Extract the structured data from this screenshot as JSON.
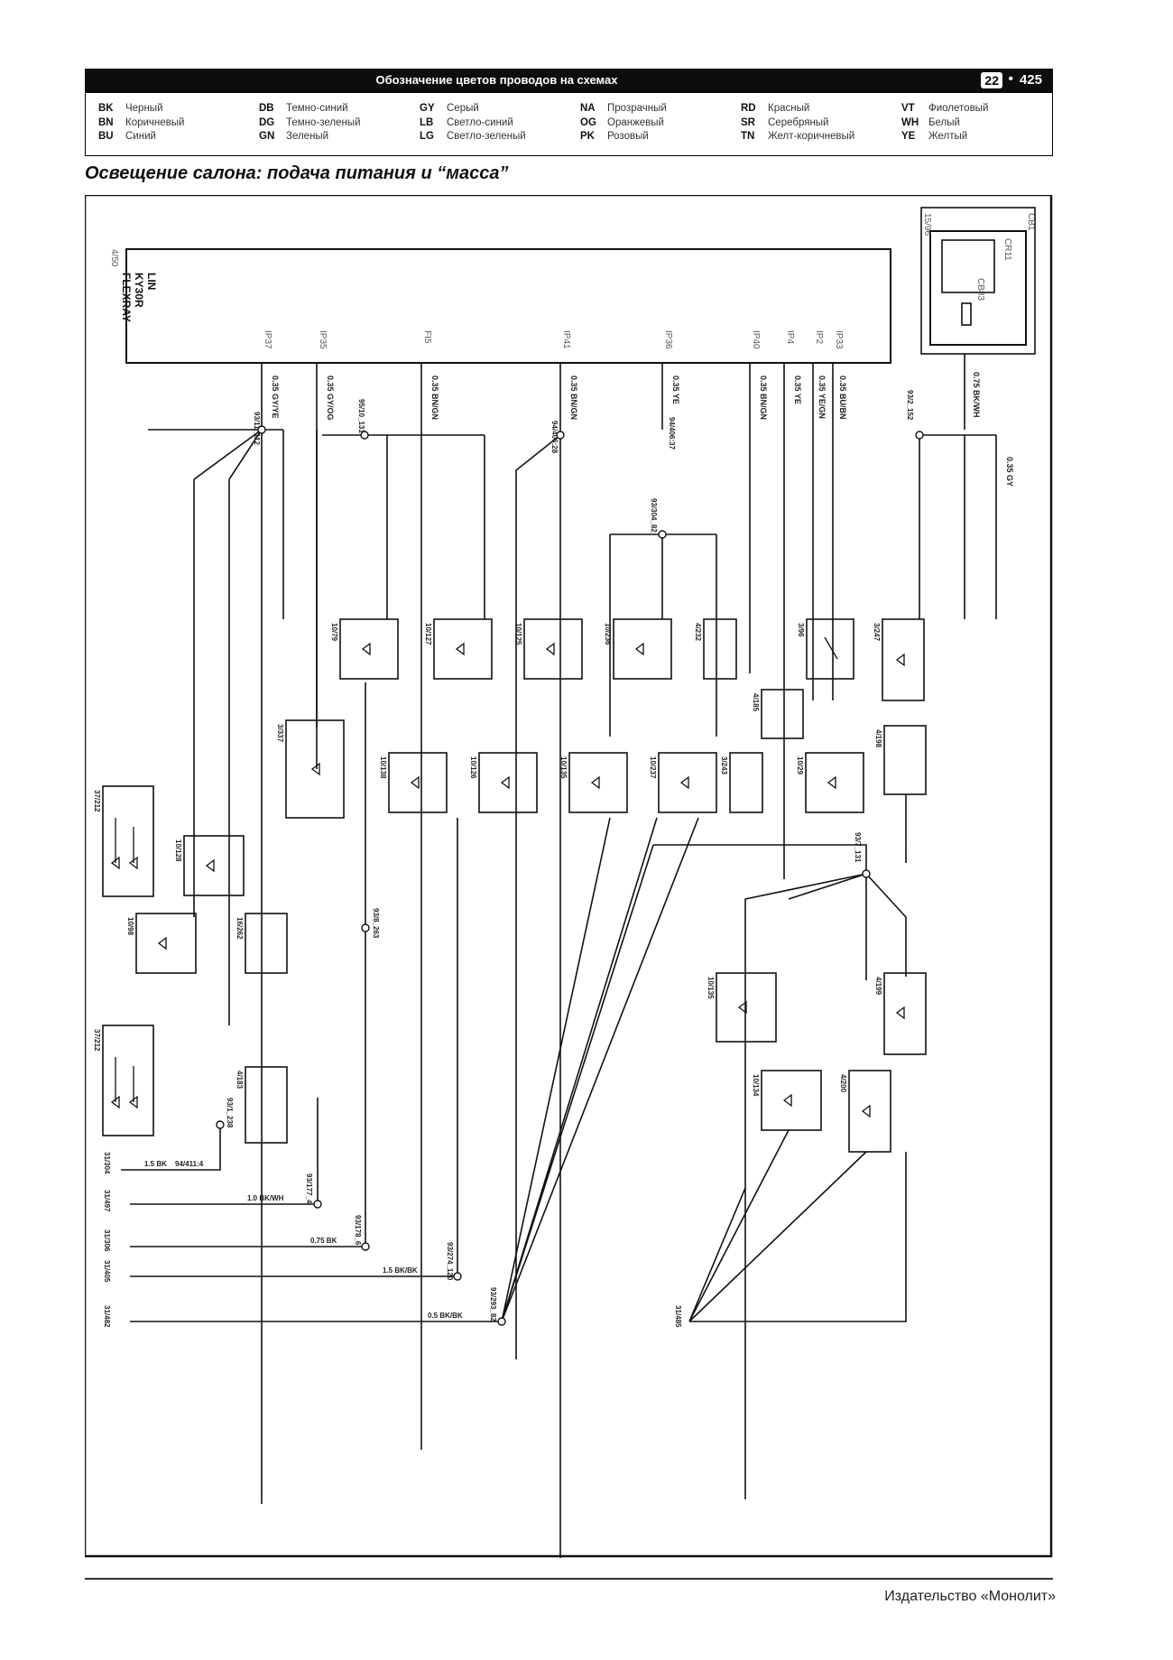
{
  "header": {
    "title": "Обозначение цветов проводов на схемах",
    "chapter": "22",
    "bullet": "•",
    "page": "425"
  },
  "legend": [
    [
      {
        "code": "BK",
        "name": "Черный"
      },
      {
        "code": "BN",
        "name": "Коричневый"
      },
      {
        "code": "BU",
        "name": "Синий"
      }
    ],
    [
      {
        "code": "DB",
        "name": "Темно-синий"
      },
      {
        "code": "DG",
        "name": "Темно-зеленый"
      },
      {
        "code": "GN",
        "name": "Зеленый"
      }
    ],
    [
      {
        "code": "GY",
        "name": "Серый"
      },
      {
        "code": "LB",
        "name": "Светло-синий"
      },
      {
        "code": "LG",
        "name": "Светло-зеленый"
      }
    ],
    [
      {
        "code": "NA",
        "name": "Прозрачный"
      },
      {
        "code": "OG",
        "name": "Оранжевый"
      },
      {
        "code": "PK",
        "name": "Розовый"
      }
    ],
    [
      {
        "code": "RD",
        "name": "Красный"
      },
      {
        "code": "SR",
        "name": "Серебряный"
      },
      {
        "code": "TN",
        "name": "Желт-коричневый"
      }
    ],
    [
      {
        "code": "VT",
        "name": "Фиолетовый"
      },
      {
        "code": "WH",
        "name": "Белый"
      },
      {
        "code": "YE",
        "name": "Желтый"
      }
    ]
  ],
  "diagram": {
    "title": "Освещение салона: подача питания и “масса”",
    "module": {
      "id": "4/50",
      "lines": [
        "LIN",
        "KY30R",
        "FLEXRAY"
      ]
    },
    "pins": [
      "IP37",
      "IP35",
      "FI5",
      "IP41",
      "IP36",
      "IP40",
      "IP4",
      "IP2",
      "IP33"
    ],
    "fuse_box": {
      "ids": [
        "15/96",
        "CB1",
        "CR11",
        "CB83"
      ]
    },
    "wires": [
      {
        "gauge": "0.35",
        "color": "GY/YE"
      },
      {
        "gauge": "0.35",
        "color": "GY/OG"
      },
      {
        "gauge": "0.35",
        "color": "BN/GN"
      },
      {
        "gauge": "0.35",
        "color": "BN/GN"
      },
      {
        "gauge": "0.35",
        "color": "YE"
      },
      {
        "gauge": "0.35",
        "color": "BN/GN"
      },
      {
        "gauge": "0.35",
        "color": "YE"
      },
      {
        "gauge": "0.35",
        "color": "YE/GN"
      },
      {
        "gauge": "0.35",
        "color": "BU/BN"
      },
      {
        "gauge": "0.75",
        "color": "BK/WH"
      },
      {
        "gauge": "0.35",
        "color": "GY"
      }
    ],
    "splices": [
      "93/11_112",
      "95/10_131",
      "94/406:28",
      "94/406:37",
      "93/304_82",
      "93/2_152",
      "93/7_131",
      "93/8_263",
      "93/1_238",
      "93/177_4",
      "93/178_6",
      "93/274_120",
      "93/293_82"
    ],
    "components": [
      "10/79",
      "10/127",
      "10/125",
      "10/236",
      "4/232",
      "3/96",
      "3/247",
      "4/185",
      "3/337",
      "10/138",
      "10/126",
      "10/135",
      "10/237",
      "3/243",
      "10/29",
      "4/198",
      "37/212",
      "10/128",
      "10/98",
      "16/262",
      "4/183",
      "37/212",
      "10/135",
      "4/199",
      "10/134",
      "4/200"
    ],
    "grounds": [
      {
        "id": "31/304",
        "wire": "1.5 BK",
        "label": "94/411:4"
      },
      {
        "id": "31/497",
        "wire": "1.0 BK/WH",
        "label": ""
      },
      {
        "id": "31/306",
        "wire": "0.75 BK",
        "label": ""
      },
      {
        "id": "31/405",
        "wire": "1.5 BK/BK",
        "label": ""
      },
      {
        "id": "31/482",
        "wire": "0.5 BK/BK",
        "label": ""
      },
      {
        "id": "31/485",
        "wire": "",
        "label": ""
      }
    ]
  },
  "footer": {
    "publisher": "Издательство «Монолит»"
  }
}
